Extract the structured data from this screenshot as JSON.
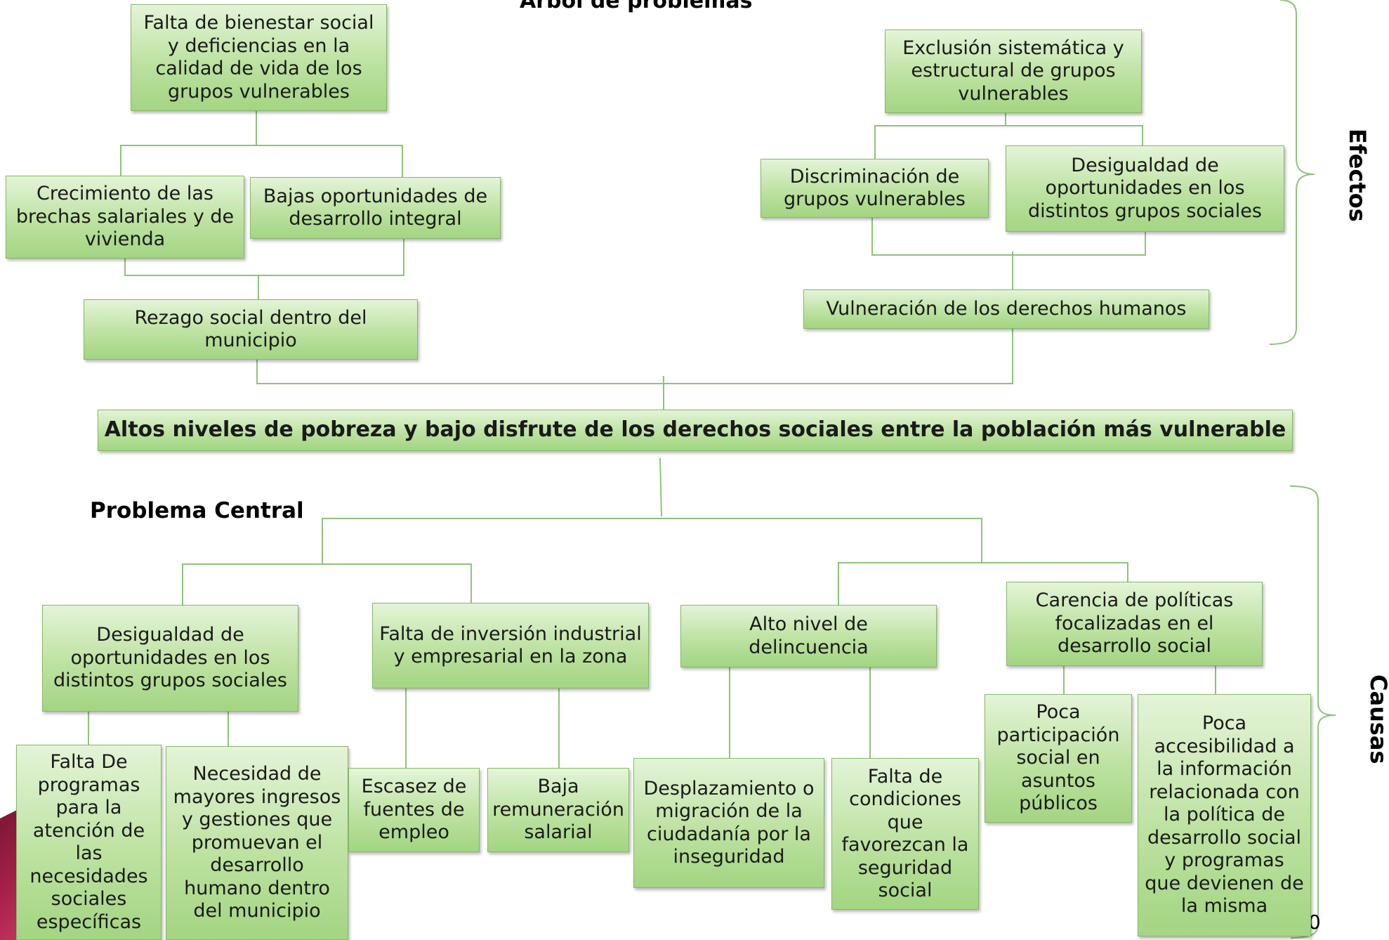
{
  "title": "Árbol de problemas",
  "central_label": "Problema Central",
  "effects_label": "Efectos",
  "causes_label": "Causas",
  "page_number": "0",
  "colors": {
    "box_fill": "#bde2a1",
    "box_border": "#86b868",
    "connector": "#8fc27a",
    "brace": "#8fc27a",
    "accent_deco": "#a32049"
  },
  "central_problem": "Altos niveles de pobreza y bajo disfrute de los derechos sociales entre la población más vulnerable",
  "effects": {
    "falta_bienestar": "Falta de bienestar social y deficiencias en la calidad de vida de los grupos vulnerables",
    "crecimiento_brechas": "Crecimiento de las brechas salariales y de vivienda",
    "bajas_oportunidades": "Bajas oportunidades de desarrollo integral",
    "rezago_social": "Rezago social dentro del municipio",
    "exclusion": "Exclusión sistemática y estructural de grupos vulnerables",
    "discriminacion": "Discriminación de grupos vulnerables",
    "desigualdad_efecto": "Desigualdad de oportunidades en los distintos grupos sociales",
    "vulneracion": "Vulneración de los derechos humanos"
  },
  "causes": {
    "desigualdad": "Desigualdad de oportunidades en los distintos grupos sociales",
    "falta_inversion": "Falta de inversión industrial y empresarial en la zona",
    "delincuencia": "Alto nivel de delincuencia",
    "carencia_politicas": "Carencia de políticas focalizadas en el desarrollo social",
    "falta_programas": "Falta De programas para la atención de las necesidades sociales específicas",
    "necesidad_ingresos": "Necesidad de mayores ingresos y gestiones que promuevan el desarrollo humano dentro del municipio",
    "escasez_empleo": "Escasez de fuentes de empleo",
    "baja_remuneracion": "Baja remuneración salarial",
    "desplazamiento": "Desplazamiento o migración de la ciudadanía por la inseguridad",
    "falta_condiciones": "Falta de condiciones que favorezcan la seguridad social",
    "poca_participacion": "Poca participación social en asuntos públicos",
    "poca_accesibilidad": "Poca accesibilidad a la información relacionada con la política de desarrollo social y programas que devienen de la misma"
  }
}
